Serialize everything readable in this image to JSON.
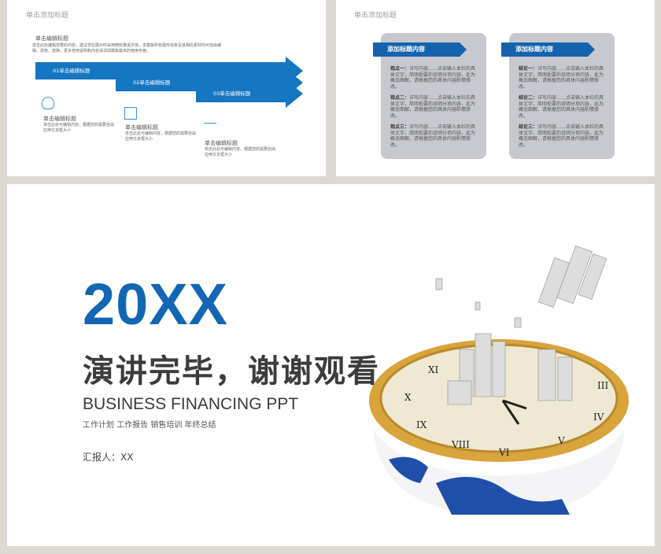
{
  "slide1": {
    "title": "单击添加标题",
    "intro_heading": "单击编辑标题",
    "intro_text": "单击此处编辑您要的内容，建议您在展示时采用微软雅黑字体，本模板所有图形线条及其相应素材均可自由编辑、改色、替换。更多使用说明和内容请详阅模板最末的使用手册。",
    "arrows": [
      "01单击编辑标题",
      "02单击编辑标题",
      "03单击编辑标题"
    ],
    "steps": [
      {
        "icon": "flask-icon",
        "heading": "单击编辑标题",
        "text": "单击此处可编辑内容，根据您的需要自由拉伸文本框大小"
      },
      {
        "icon": "presentation-board-icon",
        "heading": "单击编辑标题",
        "text": "单击此处可编辑内容，根据您的需要自由拉伸文本框大小"
      },
      {
        "icon": "desk-icon",
        "heading": "单击编辑标题",
        "text": "单击此处可编辑内容，根据您的需要自由拉伸文本框大小"
      }
    ]
  },
  "slide2": {
    "title": "单击添加标题",
    "cards": [
      {
        "tag": "添加标题内容",
        "points": [
          {
            "label": "观点一：",
            "text": "详写内容……点击输入本栏的具体文字，简明扼要的说明分项内容，此为概念图解，请根据您的具体内容酌情修改。"
          },
          {
            "label": "观点二：",
            "text": "详写内容……点击输入本栏的具体文字，简明扼要的说明分项内容，此为概念图解，请根据您的具体内容酌情修改。"
          },
          {
            "label": "观点三：",
            "text": "详写内容……点击输入本栏的具体文字，简明扼要的说明分项内容，此为概念图解，请根据您的具体内容酌情修改。"
          }
        ]
      },
      {
        "tag": "添加标题内容",
        "points": [
          {
            "label": "结论一：",
            "text": "详写内容……点击输入本栏的具体文字，简明扼要的说明分项内容，此为概念图解，请根据您的具体内容酌情修改。"
          },
          {
            "label": "结论二：",
            "text": "详写内容……点击输入本栏的具体文字，简明扼要的说明分项内容，此为概念图解，请根据您的具体内容酌情修改。"
          },
          {
            "label": "结论三：",
            "text": "详写内容……点击输入本栏的具体文字，简明扼要的说明分项内容，此为概念图解，请根据您的具体内容酌情修改。"
          }
        ]
      }
    ]
  },
  "slide3": {
    "year": "20XX",
    "headline": "演讲完毕，谢谢观看",
    "subtitle": "BUSINESS FINANCING PPT",
    "tags": "工作计划 工作报告 销售培训 年终总结",
    "reporter": "汇报人：XX",
    "colors": {
      "accent": "#1366b4",
      "gold": "#d9a43c"
    }
  }
}
